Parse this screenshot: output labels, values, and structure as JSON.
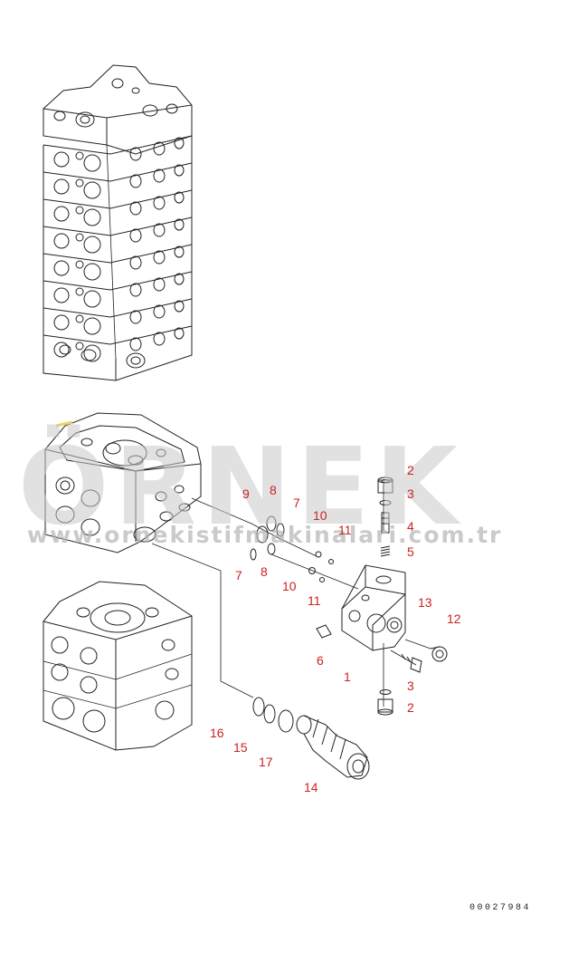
{
  "watermark": {
    "brand": "ÖRNEK",
    "url": "www.ornekistifmakinalari.com.tr"
  },
  "document_id": "00027984",
  "callouts": [
    {
      "id": "c2a",
      "text": "2"
    },
    {
      "id": "c3a",
      "text": "3"
    },
    {
      "id": "c4",
      "text": "4"
    },
    {
      "id": "c5",
      "text": "5"
    },
    {
      "id": "c9",
      "text": "9"
    },
    {
      "id": "c8a",
      "text": "8"
    },
    {
      "id": "c7a",
      "text": "7"
    },
    {
      "id": "c10a",
      "text": "10"
    },
    {
      "id": "c11a",
      "text": "11"
    },
    {
      "id": "c7b",
      "text": "7"
    },
    {
      "id": "c8b",
      "text": "8"
    },
    {
      "id": "c10b",
      "text": "10"
    },
    {
      "id": "c11b",
      "text": "11"
    },
    {
      "id": "c13",
      "text": "13"
    },
    {
      "id": "c12",
      "text": "12"
    },
    {
      "id": "c6",
      "text": "6"
    },
    {
      "id": "c1",
      "text": "1"
    },
    {
      "id": "c3b",
      "text": "3"
    },
    {
      "id": "c2b",
      "text": "2"
    },
    {
      "id": "c16",
      "text": "16"
    },
    {
      "id": "c15",
      "text": "15"
    },
    {
      "id": "c17",
      "text": "17"
    },
    {
      "id": "c14",
      "text": "14"
    }
  ],
  "colors": {
    "line": "#222222",
    "callout": "#cc2222",
    "watermark": "#c9c9c9",
    "highlight": "#f0d060"
  }
}
